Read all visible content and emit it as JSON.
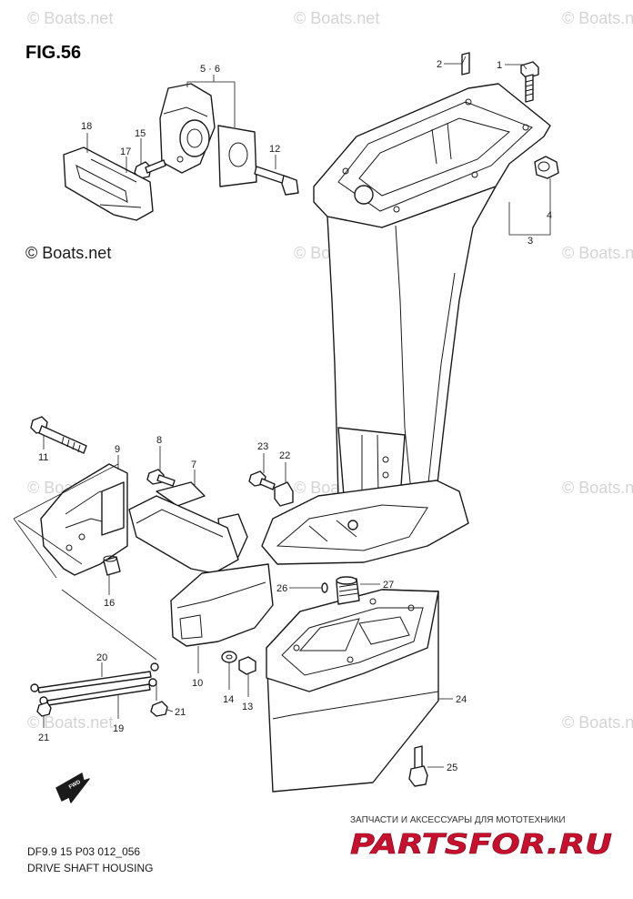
{
  "figure": {
    "title": "FIG.56",
    "copyright": "© Boats.net",
    "watermark": "© Boats.net",
    "model_code": "DF9.9 15 P03 012_056",
    "caption": "DRIVE SHAFT HOUSING",
    "fwd_label": "FWD"
  },
  "promo": {
    "tagline": "ЗАПЧАСТИ И АКСЕССУАРЫ ДЛЯ МОТОТЕХНИКИ",
    "brand": "PARTSFOR.RU",
    "brand_color": "#c8102e",
    "brand_color_dark": "#7a0a1c"
  },
  "callouts": {
    "c1": "1",
    "c2": "2",
    "c3": "3",
    "c4": "4",
    "c56": "5 · 6",
    "c7": "7",
    "c8": "8",
    "c9": "9",
    "c10": "10",
    "c11": "11",
    "c12": "12",
    "c13": "13",
    "c14": "14",
    "c15": "15",
    "c16": "16",
    "c17": "17",
    "c18": "18",
    "c19": "19",
    "c20": "20",
    "c21a": "21",
    "c21b": "21",
    "c22": "22",
    "c23": "23",
    "c24": "24",
    "c25": "25",
    "c26": "26",
    "c27": "27"
  }
}
